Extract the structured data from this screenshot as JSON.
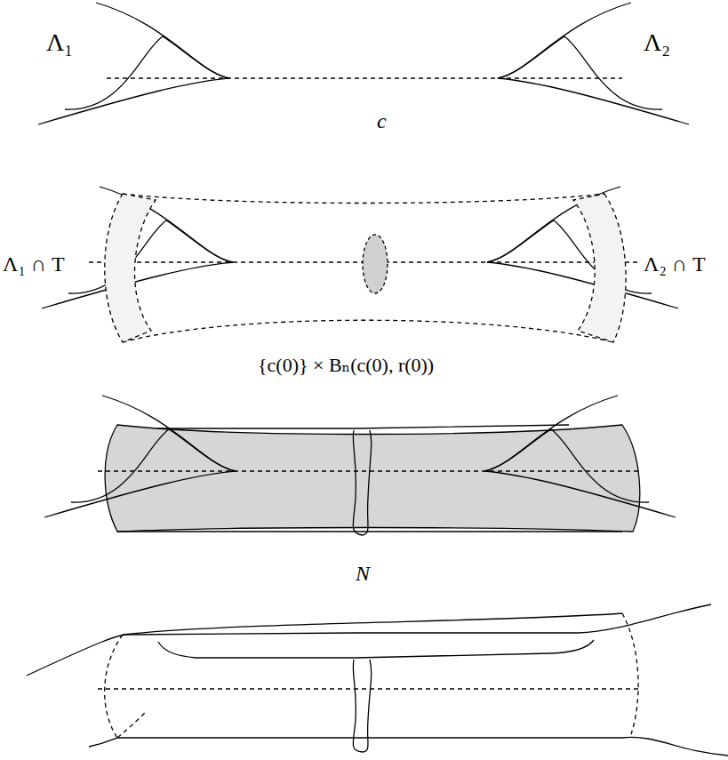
{
  "diagram": {
    "labels": [
      "Λ₁",
      "Λ₂",
      "c",
      "Λ₁ ∩ T",
      "Λ₂ ∩ T",
      "{c(0)} × Bₙ(c(0), r(0))",
      "N"
    ]
  }
}
